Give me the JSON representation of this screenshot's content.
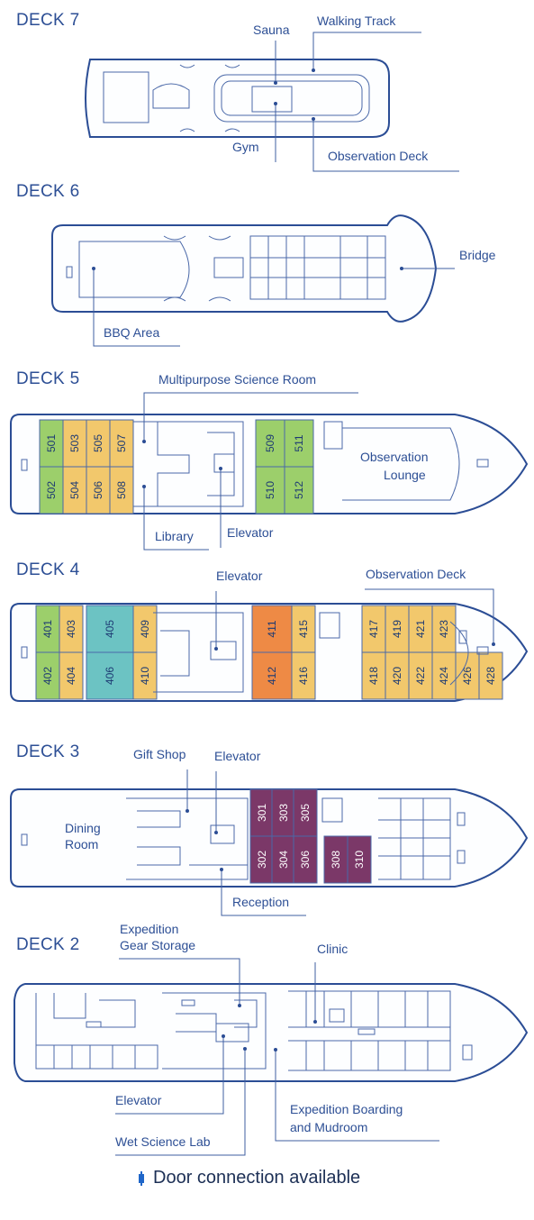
{
  "decks": {
    "deck7": {
      "title": "DECK 7",
      "labels": {
        "sauna": "Sauna",
        "walking_track": "Walking Track",
        "gym": "Gym",
        "observation_deck": "Observation Deck"
      }
    },
    "deck6": {
      "title": "DECK 6",
      "labels": {
        "bridge": "Bridge",
        "bbq_area": "BBQ Area"
      }
    },
    "deck5": {
      "title": "DECK 5",
      "labels": {
        "science_room": "Multipurpose Science Room",
        "observation_lounge_1": "Observation",
        "observation_lounge_2": "Lounge",
        "library": "Library",
        "elevator": "Elevator"
      },
      "cabins": [
        {
          "no": "501",
          "color": "#9ccf6b"
        },
        {
          "no": "503",
          "color": "#f2c86c"
        },
        {
          "no": "505",
          "color": "#f2c86c"
        },
        {
          "no": "507",
          "color": "#f2c86c"
        },
        {
          "no": "502",
          "color": "#9ccf6b"
        },
        {
          "no": "504",
          "color": "#f2c86c"
        },
        {
          "no": "506",
          "color": "#f2c86c"
        },
        {
          "no": "508",
          "color": "#f2c86c"
        },
        {
          "no": "509",
          "color": "#9ccf6b"
        },
        {
          "no": "511",
          "color": "#9ccf6b"
        },
        {
          "no": "510",
          "color": "#9ccf6b"
        },
        {
          "no": "512",
          "color": "#9ccf6b"
        }
      ]
    },
    "deck4": {
      "title": "DECK 4",
      "labels": {
        "elevator": "Elevator",
        "observation_deck": "Observation Deck"
      },
      "cabins": [
        {
          "no": "401",
          "color": "#9ccf6b"
        },
        {
          "no": "403",
          "color": "#f2c86c"
        },
        {
          "no": "405",
          "color": "#6cc3c3"
        },
        {
          "no": "409",
          "color": "#f2c86c"
        },
        {
          "no": "402",
          "color": "#9ccf6b"
        },
        {
          "no": "404",
          "color": "#f2c86c"
        },
        {
          "no": "406",
          "color": "#6cc3c3"
        },
        {
          "no": "410",
          "color": "#f2c86c"
        },
        {
          "no": "411",
          "color": "#ee8a45"
        },
        {
          "no": "415",
          "color": "#f2c86c"
        },
        {
          "no": "412",
          "color": "#ee8a45"
        },
        {
          "no": "416",
          "color": "#f2c86c"
        },
        {
          "no": "417",
          "color": "#f2c86c"
        },
        {
          "no": "419",
          "color": "#f2c86c"
        },
        {
          "no": "421",
          "color": "#f2c86c"
        },
        {
          "no": "423",
          "color": "#f2c86c"
        },
        {
          "no": "418",
          "color": "#f2c86c"
        },
        {
          "no": "420",
          "color": "#f2c86c"
        },
        {
          "no": "422",
          "color": "#f2c86c"
        },
        {
          "no": "424",
          "color": "#f2c86c"
        },
        {
          "no": "426",
          "color": "#f2c86c"
        },
        {
          "no": "428",
          "color": "#f2c86c"
        }
      ]
    },
    "deck3": {
      "title": "DECK 3",
      "labels": {
        "gift_shop": "Gift Shop",
        "elevator": "Elevator",
        "dining_1": "Dining",
        "dining_2": "Room",
        "reception": "Reception"
      },
      "cabins": [
        {
          "no": "301",
          "color": "#7b3868"
        },
        {
          "no": "303",
          "color": "#7b3868"
        },
        {
          "no": "305",
          "color": "#7b3868"
        },
        {
          "no": "302",
          "color": "#7b3868"
        },
        {
          "no": "304",
          "color": "#7b3868"
        },
        {
          "no": "306",
          "color": "#7b3868"
        },
        {
          "no": "308",
          "color": "#7b3868"
        },
        {
          "no": "310",
          "color": "#7b3868"
        }
      ]
    },
    "deck2": {
      "title": "DECK 2",
      "labels": {
        "gear_1": "Expedition",
        "gear_2": "Gear Storage",
        "clinic": "Clinic",
        "elevator": "Elevator",
        "wet_lab": "Wet Science Lab",
        "boarding_1": "Expedition Boarding",
        "boarding_2": "and Mudroom"
      }
    }
  },
  "legend": {
    "door_connection": "Door connection available",
    "icon": "door-connection-icon",
    "icon_color": "#1f66c9"
  },
  "colors": {
    "line": "#2b4d95",
    "text": "#2d4f95"
  }
}
